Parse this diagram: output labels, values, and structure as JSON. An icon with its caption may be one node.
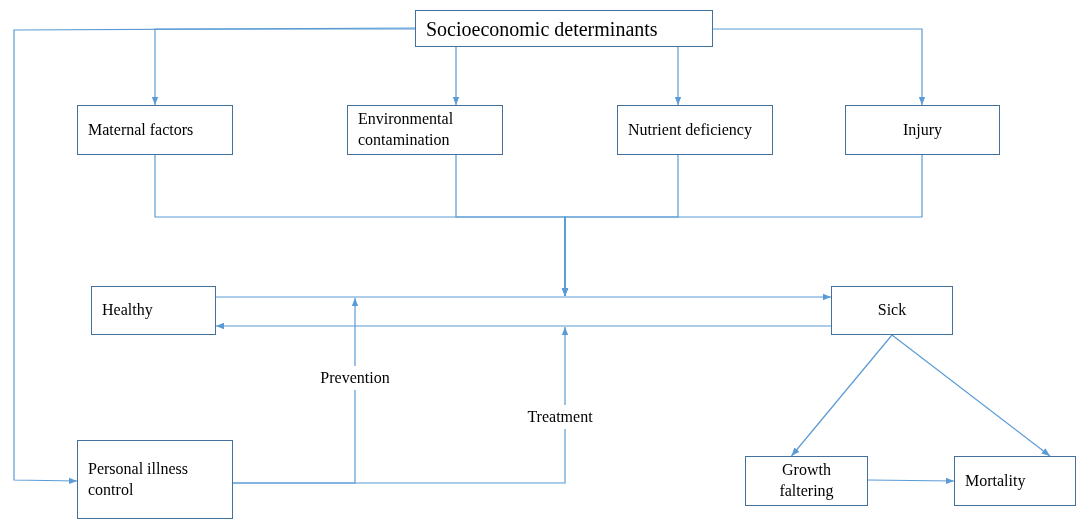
{
  "diagram": {
    "nodes": [
      {
        "text": [
          "Socioeconomic determinants"
        ]
      },
      {
        "text": [
          "Maternal factors"
        ]
      },
      {
        "text": [
          "Environmental contamination"
        ]
      },
      {
        "text": [
          "Nutrient deficiency"
        ]
      },
      {
        "text": [
          "Injury"
        ]
      },
      {
        "text": [
          "Healthy"
        ]
      },
      {
        "text": [
          "Sick"
        ]
      },
      {
        "text": [
          "Personal illness control"
        ]
      },
      {
        "text": [
          "Growth faltering"
        ]
      },
      {
        "text": [
          "Mortality"
        ]
      }
    ],
    "edges": [
      {
        "from": 0,
        "to": 1,
        "arrow": "to"
      },
      {
        "from": 0,
        "to": 2,
        "arrow": "to"
      },
      {
        "from": 0,
        "to": 3,
        "arrow": "to"
      },
      {
        "from": 0,
        "to": 4,
        "arrow": "to"
      },
      {
        "from": 0,
        "to": 7,
        "arrow": "to"
      },
      {
        "from": 1,
        "to": null,
        "arrow": "to"
      },
      {
        "from": 2,
        "to": null,
        "arrow": "to"
      },
      {
        "from": 3,
        "to": null,
        "arrow": "to"
      },
      {
        "from": 4,
        "to": null,
        "arrow": "to"
      },
      {
        "from": 5,
        "to": 6,
        "arrow": "to"
      },
      {
        "from": 6,
        "to": 5,
        "arrow": "to"
      },
      {
        "from": 7,
        "to": null,
        "arrow": "to",
        "label": "Prevention"
      },
      {
        "from": 7,
        "to": null,
        "arrow": "to",
        "label": "Treatment"
      },
      {
        "from": 6,
        "to": 8,
        "arrow": "to"
      },
      {
        "from": 6,
        "to": 9,
        "arrow": "to"
      },
      {
        "from": 8,
        "to": 9,
        "arrow": "to"
      }
    ]
  }
}
